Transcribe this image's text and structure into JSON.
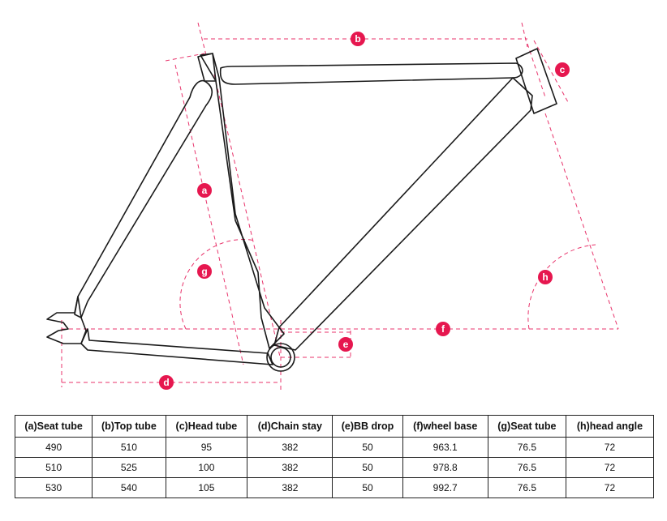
{
  "labels": {
    "a": "a",
    "b": "b",
    "c": "c",
    "d": "d",
    "e": "e",
    "f": "f",
    "g": "g",
    "h": "h"
  },
  "colors": {
    "accent": "#e6174f",
    "frame": "#1a1a1a"
  },
  "table": {
    "headers": [
      "(a)Seat tube",
      "(b)Top tube",
      "(c)Head tube",
      "(d)Chain stay",
      "(e)BB drop",
      "(f)wheel base",
      "(g)Seat tube",
      "(h)head angle"
    ],
    "rows": [
      [
        "490",
        "510",
        "95",
        "382",
        "50",
        "963.1",
        "76.5",
        "72"
      ],
      [
        "510",
        "525",
        "100",
        "382",
        "50",
        "978.8",
        "76.5",
        "72"
      ],
      [
        "530",
        "540",
        "105",
        "382",
        "50",
        "992.7",
        "76.5",
        "72"
      ]
    ]
  }
}
